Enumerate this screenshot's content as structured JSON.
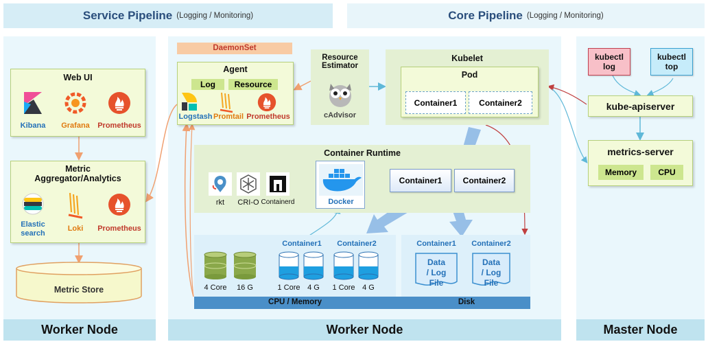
{
  "pipelines": {
    "service": {
      "title": "Service Pipeline",
      "subtitle": "(Logging / Monitoring)"
    },
    "core": {
      "title": "Core Pipeline",
      "subtitle": "(Logging / Monitoring)"
    }
  },
  "footers": {
    "left": "Worker Node",
    "middle": "Worker Node",
    "right": "Master Node"
  },
  "left_panel": {
    "web_ui": {
      "title": "Web UI",
      "items": [
        "Kibana",
        "Grafana",
        "Prometheus"
      ]
    },
    "aggregator": {
      "title_line1": "Metric",
      "title_line2": "Aggregator/Analytics",
      "items": [
        "Elastic",
        "search",
        "Loki",
        "Prometheus"
      ]
    },
    "store": "Metric Store"
  },
  "middle_panel": {
    "daemonset": "DaemonSet",
    "agent": {
      "title": "Agent",
      "tags": [
        "Log",
        "Resource"
      ],
      "items": [
        "Logstash",
        "Promtail",
        "Prometheus"
      ]
    },
    "resource_estimator": {
      "title_line1": "Resource",
      "title_line2": "Estimator",
      "item": "cAdvisor"
    },
    "kubelet": {
      "title": "Kubelet",
      "pod": "Pod",
      "containers": [
        "Container1",
        "Container2"
      ]
    },
    "runtime": {
      "title": "Container Runtime",
      "items": [
        "rkt",
        "CRI-O",
        "Containerd",
        "Docker"
      ],
      "containers": [
        "Container1",
        "Container2"
      ]
    },
    "storage": {
      "cpu_memory_label": "CPU / Memory",
      "disk_label": "Disk",
      "host": [
        "4 Core",
        "16 G"
      ],
      "container_labels": [
        "Container1",
        "Container2"
      ],
      "c1": [
        "1 Core",
        "4 G"
      ],
      "c2": [
        "1 Core",
        "4 G"
      ],
      "disk_containers": [
        "Container1",
        "Container2"
      ],
      "file_line1": "Data",
      "file_line2": "/ Log",
      "file_line3": "File"
    }
  },
  "right_panel": {
    "kubectl_log": {
      "line1": "kubectl",
      "line2": "log"
    },
    "kubectl_top": {
      "line1": "kubectl",
      "line2": "top"
    },
    "apiserver": "kube-apiserver",
    "metrics_server": {
      "title": "metrics-server",
      "tags": [
        "Memory",
        "CPU"
      ]
    }
  },
  "colors": {
    "header_blue": "#2a4e7c",
    "accent_blue": "#2471b8",
    "panel": "#eaf7fc",
    "footer": "#bfe3ef",
    "green_tag": "#cde68f"
  }
}
